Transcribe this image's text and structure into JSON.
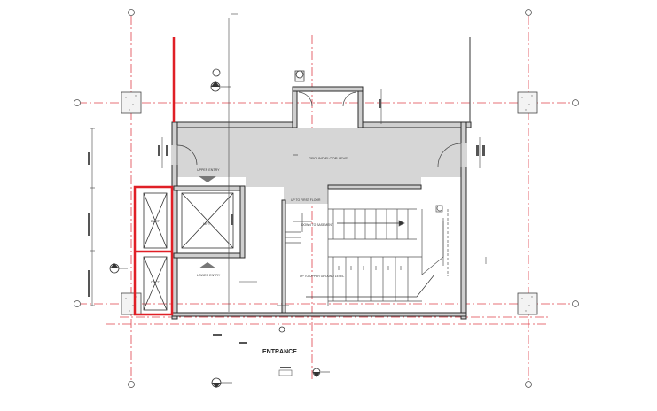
{
  "drawing": {
    "ground_floor_level": "GROUND FLOOR LEVEL",
    "upper_entry": "UPPER ENTRY",
    "lower_entry": "LOWER ENTRY",
    "lift": "LIFT",
    "duct_upper": "DUCT",
    "duct_lower": "DUCT",
    "up_to_first_floor": "UP TO FIRST FLOOR",
    "down_to_basement": "DOWN TO BASEMENT",
    "up_to_upper_ground_level": "UP TO UPPER GROUND LEVEL",
    "entrance": "ENTRANCE"
  },
  "colors": {
    "wall_fill": "#dcdcdc",
    "wall_line": "#2b2b2b",
    "grid_line": "#e0414b",
    "red_wall": "#e01f26",
    "stair_line": "#555555"
  }
}
